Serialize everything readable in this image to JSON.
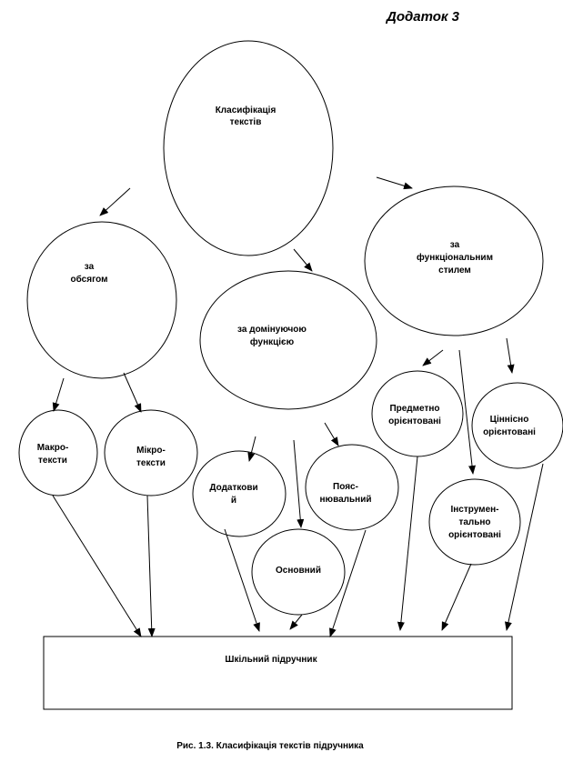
{
  "title": "Додаток 3",
  "caption": "Рис. 1.3. Класифікація текстів підручника",
  "nodes": {
    "root": [
      "Класифікація",
      "текстів"
    ],
    "volume": [
      "за",
      "обсягом"
    ],
    "function": [
      "за домінуючою",
      "функцією"
    ],
    "style": [
      "за",
      "функціональним",
      "стилем"
    ],
    "macro": [
      "Макро-",
      "тексти"
    ],
    "micro": [
      "Мікро-",
      "тексти"
    ],
    "additional": [
      "Додаткови",
      "й"
    ],
    "main": [
      "Основний"
    ],
    "explanatory": [
      "Пояс-",
      "нювальний"
    ],
    "subject": [
      "Предметно",
      "орієнтовані"
    ],
    "value": [
      "Ціннісно",
      "орієнтовані"
    ],
    "instrumental": [
      "Інструмен-",
      "тально",
      "орієнтовані"
    ],
    "textbook": [
      "Шкільний підручник"
    ]
  }
}
